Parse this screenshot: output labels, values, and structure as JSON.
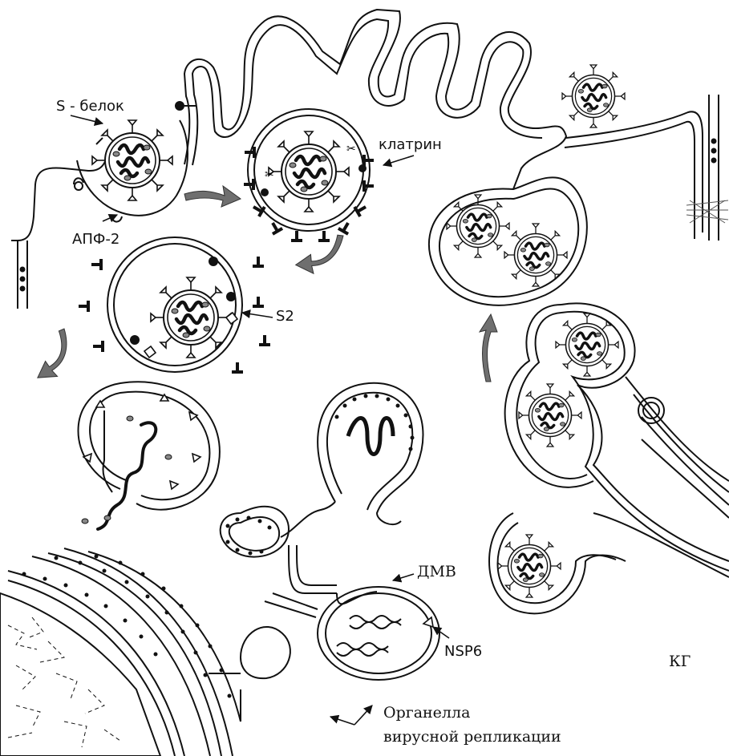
{
  "labels": {
    "s_protein": "S - белок",
    "ace2": "АПФ-2",
    "clathrin": "клатрин",
    "s2": "S2",
    "dmv": "ДМВ",
    "nsp6": "NSP6",
    "golgi": "КГ",
    "organelle_line1": "Органелла",
    "organelle_line2": "вирусной репликации"
  },
  "colors": {
    "line": "#111111",
    "arrow_fill": "#6f6f6f",
    "nucleus_dots": "#222222",
    "virus_granule": "#8a8a8a"
  }
}
